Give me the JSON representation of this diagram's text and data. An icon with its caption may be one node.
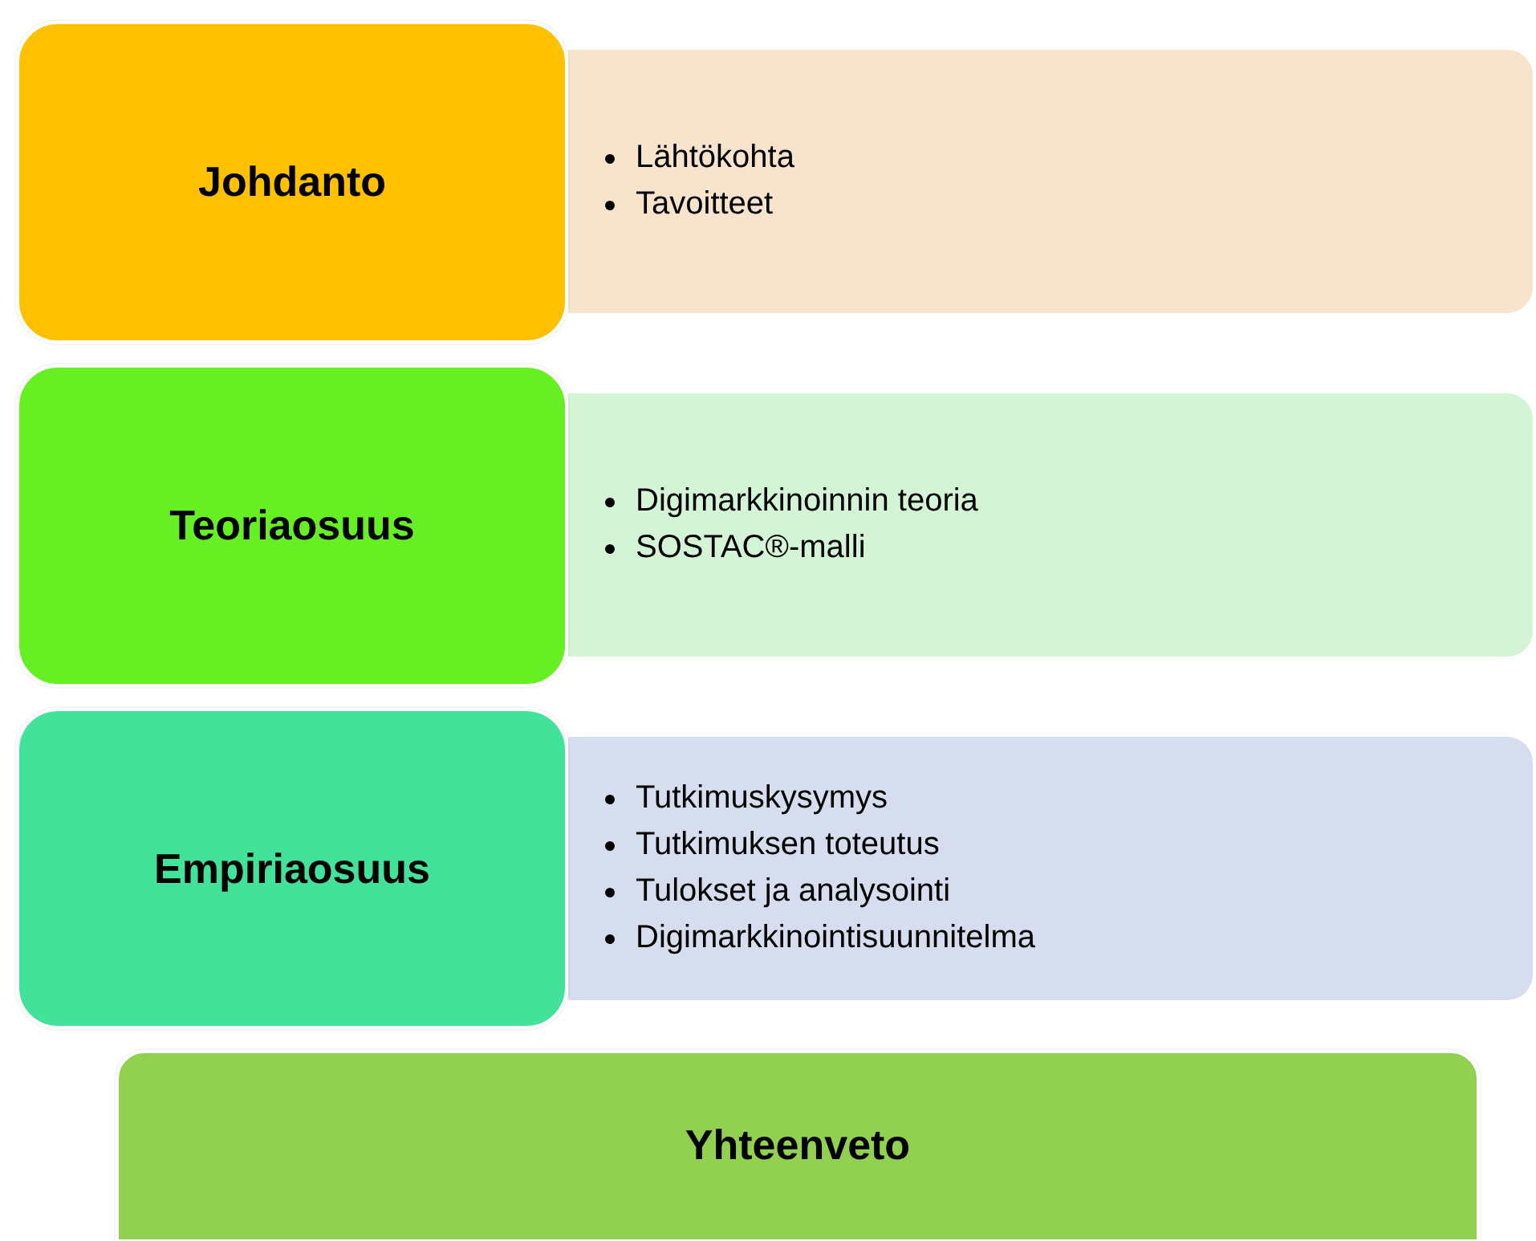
{
  "diagram": {
    "nodes": [
      {
        "text": [
          "Johdanto"
        ]
      },
      {
        "text": [
          "Lähtökohta",
          "Tavoitteet"
        ]
      },
      {
        "text": [
          "Teoriaosuus"
        ]
      },
      {
        "text": [
          "Digimarkkinoinnin teoria",
          "SOSTAC®-malli"
        ]
      },
      {
        "text": [
          "Empiriaosuus"
        ]
      },
      {
        "text": [
          "Tutkimuskysymys",
          "Tutkimuksen toteutus",
          "Tulokset ja analysointi",
          "Digimarkkinointisuunnitelma"
        ]
      },
      {
        "text": [
          "Yhteenveto"
        ]
      }
    ]
  }
}
